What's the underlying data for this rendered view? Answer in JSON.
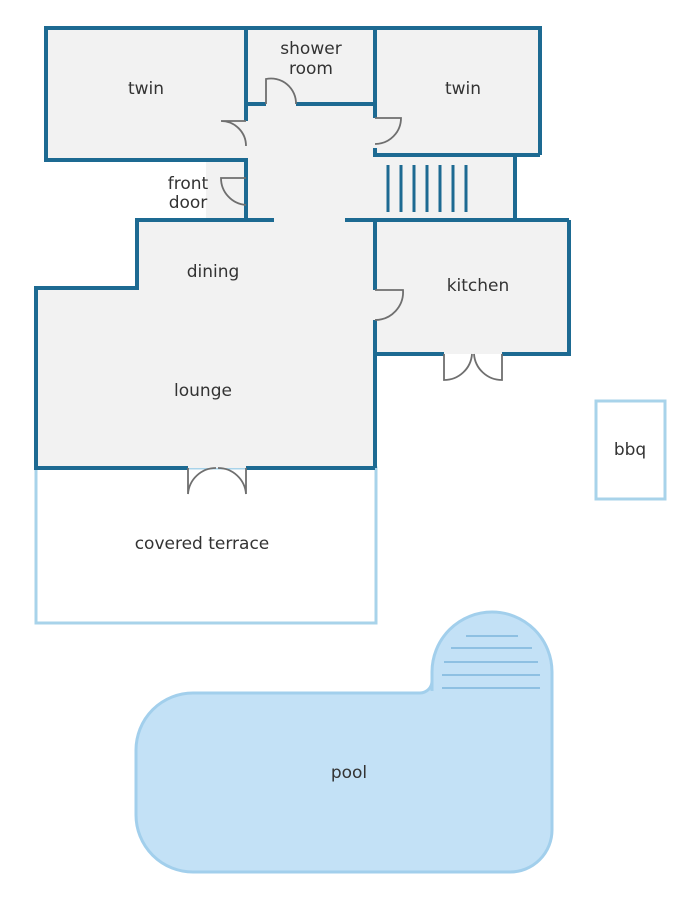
{
  "rooms": {
    "twin_left": "twin",
    "shower_line1": "shower",
    "shower_line2": "room",
    "twin_right": "twin",
    "front_line1": "front",
    "front_line2": "door",
    "dining": "dining",
    "kitchen": "kitchen",
    "lounge": "lounge",
    "covered_terrace": "covered terrace",
    "bbq": "bbq",
    "pool": "pool"
  },
  "colors": {
    "wall": "#1d6a92",
    "room_fill": "#f2f2f2",
    "outdoor_outline": "#a8d3ea",
    "pool_fill": "#c3e1f6",
    "door_swing": "#6f6f6f"
  }
}
